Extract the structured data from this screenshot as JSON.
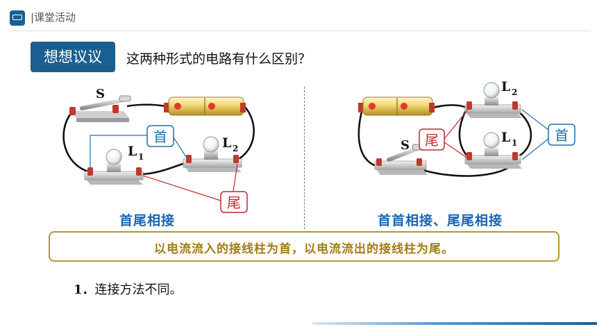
{
  "header": {
    "title": "|课堂活动",
    "logo_icon": "classroom-icon"
  },
  "badge": {
    "label": "想想议议"
  },
  "question": "这两种形式的电路有什么区别？",
  "left_circuit": {
    "switch_label": "S",
    "lamp1_label": "L",
    "lamp1_sub": "1",
    "lamp2_label": "L",
    "lamp2_sub": "2",
    "head_callout": "首",
    "tail_callout": "尾",
    "caption": "首尾相接"
  },
  "right_circuit": {
    "switch_label": "S",
    "lamp1_label": "L",
    "lamp1_sub": "1",
    "lamp2_label": "L",
    "lamp2_sub": "2",
    "head_callout": "首",
    "tail_callout": "尾",
    "caption": "首首相接、尾尾相接"
  },
  "rule": "以电流流入的接线柱为首，以电流流出的接线柱为尾。",
  "point": {
    "number": "1．",
    "text": "连接方法不同。"
  },
  "colors": {
    "brand": "#1a5f8f",
    "caption_blue": "#1a64b4",
    "rule_gold": "#b5972c",
    "callout_blue": "#1f6fae",
    "callout_red": "#c0282f"
  }
}
